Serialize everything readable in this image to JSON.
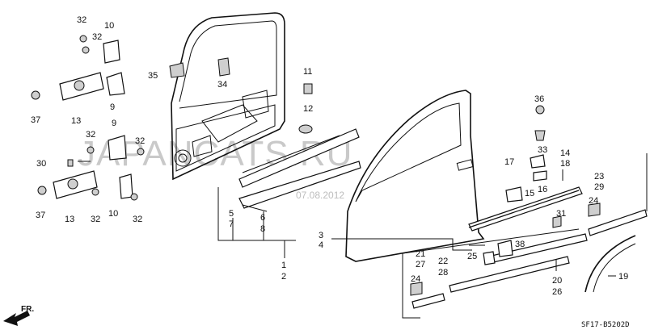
{
  "watermark": {
    "text": "JAPANCATS.RU",
    "date": "07.08.2012"
  },
  "diagram_code": "SF17-B5202D",
  "direction_label": "FR.",
  "part_numbers": {
    "p32a": "32",
    "p10a": "10",
    "p32b": "32",
    "p35": "35",
    "p34": "34",
    "p11": "11",
    "p12": "12",
    "p37a": "37",
    "p13a": "13",
    "p9a": "9",
    "p32c": "32",
    "p9b": "9",
    "p32d": "32",
    "p30": "30",
    "p37b": "37",
    "p13b": "13",
    "p32e": "32",
    "p10b": "10",
    "p32f": "32",
    "p5": "5",
    "p7": "7",
    "p6": "6",
    "p8": "8",
    "p3": "3",
    "p4": "4",
    "p1": "1",
    "p2": "2",
    "p36": "36",
    "p33": "33",
    "p17": "17",
    "p14": "14",
    "p18": "18",
    "p15": "15",
    "p16": "16",
    "p23": "23",
    "p29": "29",
    "p24a": "24",
    "p31": "31",
    "p38": "38",
    "p25": "25",
    "p21": "21",
    "p27": "27",
    "p22": "22",
    "p28": "28",
    "p24b": "24",
    "p20": "20",
    "p26": "26",
    "p19": "19"
  }
}
